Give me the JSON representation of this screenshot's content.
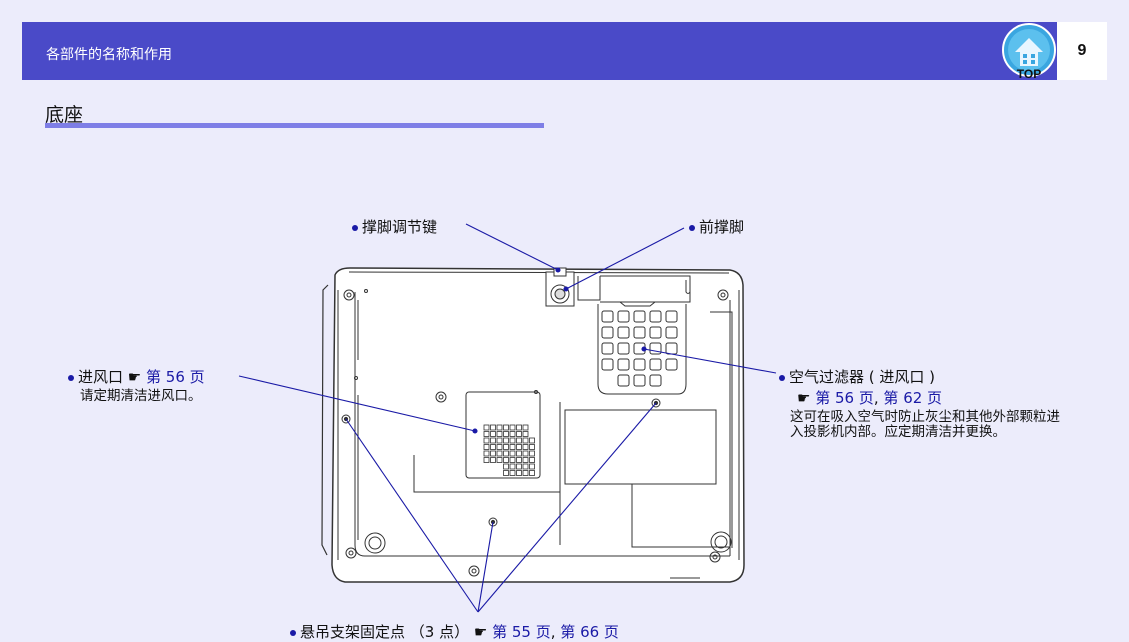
{
  "header": {
    "title": "各部件的名称和作用",
    "page_number": "9",
    "top_label": "TOP"
  },
  "section": {
    "title": "底座"
  },
  "callouts": {
    "foot_adjust": "撑脚调节键",
    "front_foot": "前撑脚",
    "air_inlet": {
      "label": "进风口",
      "ref": "第 56 页",
      "desc": "请定期清洁进风口。"
    },
    "air_filter": {
      "label": "空气过滤器 ( 进风口 )",
      "ref1": "第 56 页",
      "sep": ",",
      "ref2": "第 62 页",
      "desc": "这可在吸入空气时防止灰尘和其他外部颗粒进入投影机内部。应定期清洁并更换。"
    },
    "mount_points": {
      "label": "悬吊支架固定点 （3 点）",
      "ref1": "第 55 页",
      "sep": ",",
      "ref2": "第 66 页"
    }
  },
  "icons": {
    "pointer": "pointing-hand-icon",
    "top": "house-top-icon"
  },
  "colors": {
    "header": "#4a4ac8",
    "accent": "#1a1aa6",
    "rule": "#7e7ee6",
    "background": "#ececfb"
  }
}
